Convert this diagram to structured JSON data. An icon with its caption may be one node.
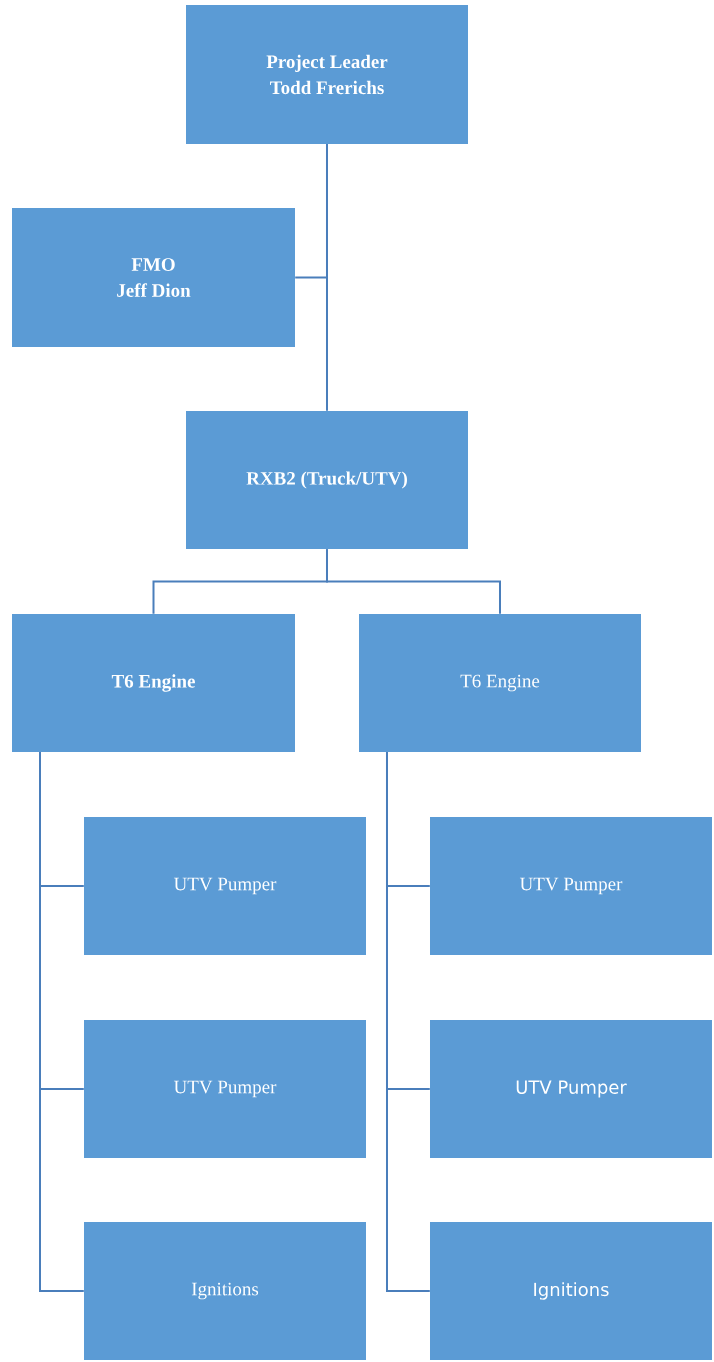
{
  "diagram": {
    "nodes": [
      {
        "text": [
          "Project Leader",
          "Todd Frerichs"
        ]
      },
      {
        "text": [
          "FMO",
          "Jeff Dion"
        ]
      },
      {
        "text": [
          "RXB2 (Truck/UTV)"
        ]
      },
      {
        "text": [
          "T6 Engine"
        ]
      },
      {
        "text": [
          "T6 Engine"
        ]
      },
      {
        "text": [
          "UTV Pumper"
        ]
      },
      {
        "text": [
          "UTV Pumper"
        ]
      },
      {
        "text": [
          "Ignitions"
        ]
      },
      {
        "text": [
          "UTV Pumper"
        ]
      },
      {
        "text": [
          "UTV Pumper"
        ]
      },
      {
        "text": [
          "Ignitions"
        ]
      }
    ],
    "edges": [
      {
        "from": 0,
        "to": 2,
        "arrow": "none"
      },
      {
        "from": 0,
        "to": 1,
        "arrow": "none"
      },
      {
        "from": 2,
        "to": 3,
        "arrow": "none"
      },
      {
        "from": 2,
        "to": 4,
        "arrow": "none"
      },
      {
        "from": 3,
        "to": 5,
        "arrow": "none"
      },
      {
        "from": 3,
        "to": 6,
        "arrow": "none"
      },
      {
        "from": 3,
        "to": 7,
        "arrow": "none"
      },
      {
        "from": 4,
        "to": 8,
        "arrow": "none"
      },
      {
        "from": 4,
        "to": 9,
        "arrow": "none"
      },
      {
        "from": 4,
        "to": 10,
        "arrow": "none"
      }
    ]
  }
}
